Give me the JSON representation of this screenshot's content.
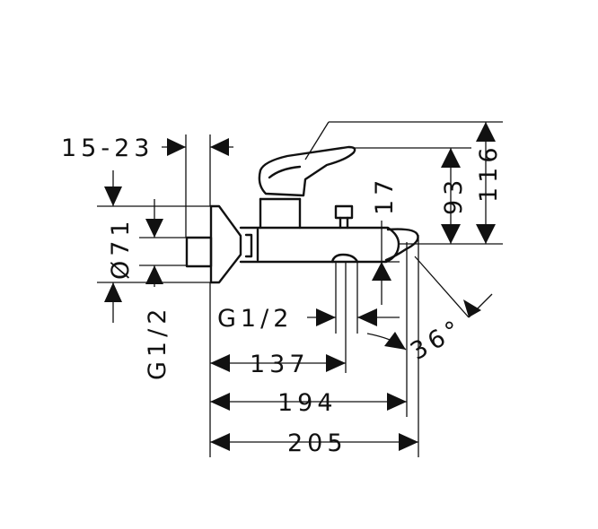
{
  "dimensions": {
    "d_15_23": "15-23",
    "d_o71": "Ø71",
    "d_g12_left": "G1/2",
    "d_g12_bottom": "G1/2",
    "d_17": "17",
    "d_93": "93",
    "d_116": "116",
    "d_36": "36°",
    "d_137": "137",
    "d_194": "194",
    "d_205": "205"
  }
}
